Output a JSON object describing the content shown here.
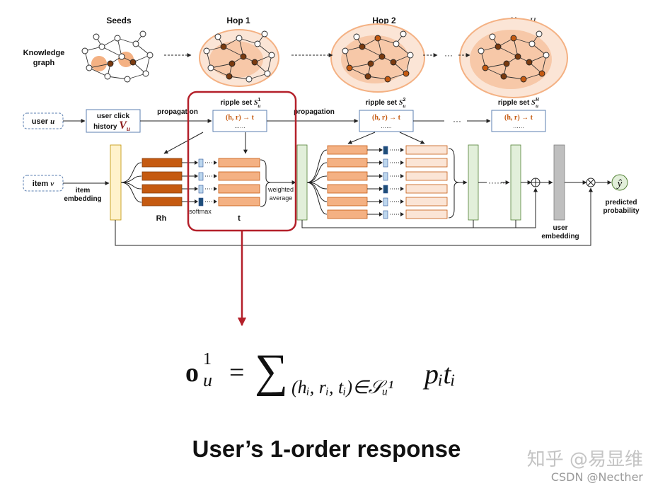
{
  "top_row": {
    "row_label_line1": "Knowledge",
    "row_label_line2": "graph",
    "seeds_title": "Seeds",
    "hop1_title": "Hop 1",
    "hop2_title": "Hop 2",
    "hopH_title_prefix": "Hop ",
    "hopH_title_var": "H",
    "ellipsis": "···"
  },
  "middle_row": {
    "user_label": "user ",
    "user_var": "u",
    "history_line1": "user click",
    "history_line2": "history ",
    "history_var": "V",
    "history_sub": "u",
    "propagation_1": "propagation",
    "propagation_2": "propagation",
    "ripple1_prefix": "ripple set ",
    "ripple1_sup": "1",
    "ripple2_prefix": "ripple set ",
    "ripple2_sup": "2",
    "rippleH_prefix": "ripple set ",
    "rippleH_sup": "H",
    "ripple_sub": "u",
    "ripple_symbol": "S",
    "triple": "(h, r) → t",
    "dots": "……",
    "between_dots": "···"
  },
  "bottom_row": {
    "item_label": "item ",
    "item_var": "v",
    "item_embedding_line1": "item",
    "item_embedding_line2": "embedding",
    "rh_label": "Rh",
    "softmax_label": "softmax",
    "t_label": "t",
    "weighted_line1": "weighted",
    "weighted_line2": "average",
    "user_embedding_line1": "user",
    "user_embedding_line2": "embedding",
    "predicted_line1": "predicted",
    "predicted_line2": "probability",
    "yhat": "ŷ",
    "dots": "······"
  },
  "formula": {
    "lhs_symbol": "o",
    "lhs_sup": "1",
    "lhs_sub": "u",
    "equals": "=",
    "sum": "∑",
    "range": "(hᵢ, rᵢ, tᵢ)∈𝒮ᵤ¹",
    "term": "pᵢtᵢ"
  },
  "caption": "User’s 1-order response",
  "watermark": {
    "line1": "知乎 @易显维",
    "line2": "CSDN @Necther"
  },
  "colors": {
    "highlight": "#b4202a",
    "orange_dark": "#c55a11",
    "orange_mid": "#f4b183",
    "orange_light": "#fbe5d6",
    "node_brown": "#7a3b10",
    "green": "#e2efda",
    "yellow": "#fff2cc",
    "gray": "#bfbfbf",
    "blue_light": "#bdd7ee",
    "blue_dark": "#1f4e79",
    "red_text": "#8b1a1a"
  }
}
